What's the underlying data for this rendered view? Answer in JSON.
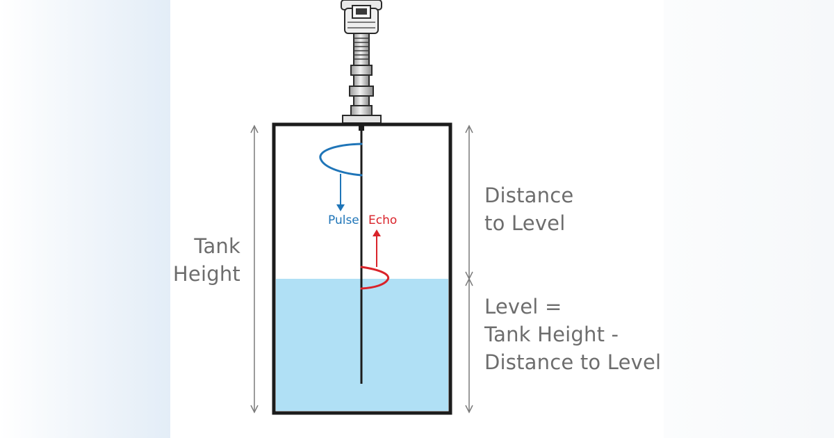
{
  "labels": {
    "tank_height": [
      "Tank",
      "Height"
    ],
    "distance_to_level": [
      "Distance",
      "to Level"
    ],
    "level_formula": [
      "Level =",
      "Tank Height -",
      "Distance to Level"
    ],
    "pulse": "Pulse",
    "echo": "Echo"
  },
  "colors": {
    "pulse": "#1f75b8",
    "echo": "#d9232a",
    "liquid": "#b0e0f5",
    "tank_outline": "#1c1c1c",
    "dimension_line": "#7a7a7a",
    "label_text": "#6d6d6d"
  }
}
